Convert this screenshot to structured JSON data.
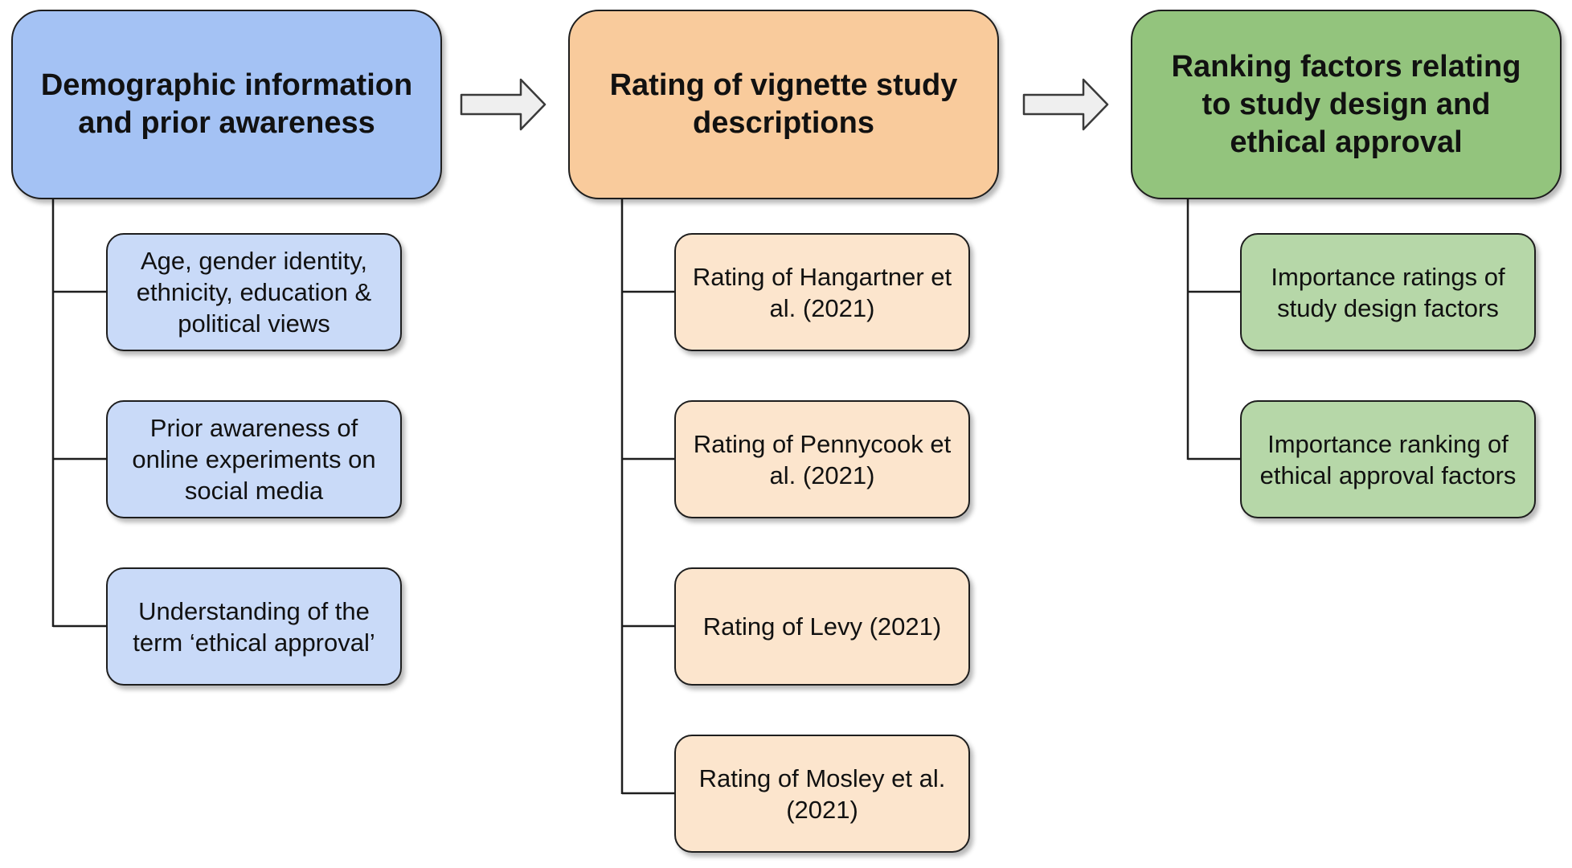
{
  "columns": [
    {
      "title": "Demographic information and prior awareness",
      "color": "#a4c2f4",
      "sub_color": "#c9daf8",
      "items": [
        "Age, gender identity, ethnicity, education & political views",
        "Prior awareness of online experiments on social media",
        "Understanding of the term ‘ethical approval’"
      ]
    },
    {
      "title": "Rating of vignette study descriptions",
      "color": "#f9cb9c",
      "sub_color": "#fce5cd",
      "items": [
        "Rating of Hangartner et al. (2021)",
        "Rating of Pennycook et al. (2021)",
        "Rating of Levy (2021)",
        "Rating of Mosley et al. (2021)"
      ]
    },
    {
      "title": "Ranking factors relating to study design and ethical approval",
      "color": "#93c47d",
      "sub_color": "#b6d7a8",
      "items": [
        "Importance ratings of study design factors",
        "Importance ranking of ethical approval factors"
      ]
    }
  ],
  "icons": {
    "flow_arrow": "right-block-arrow-icon"
  }
}
